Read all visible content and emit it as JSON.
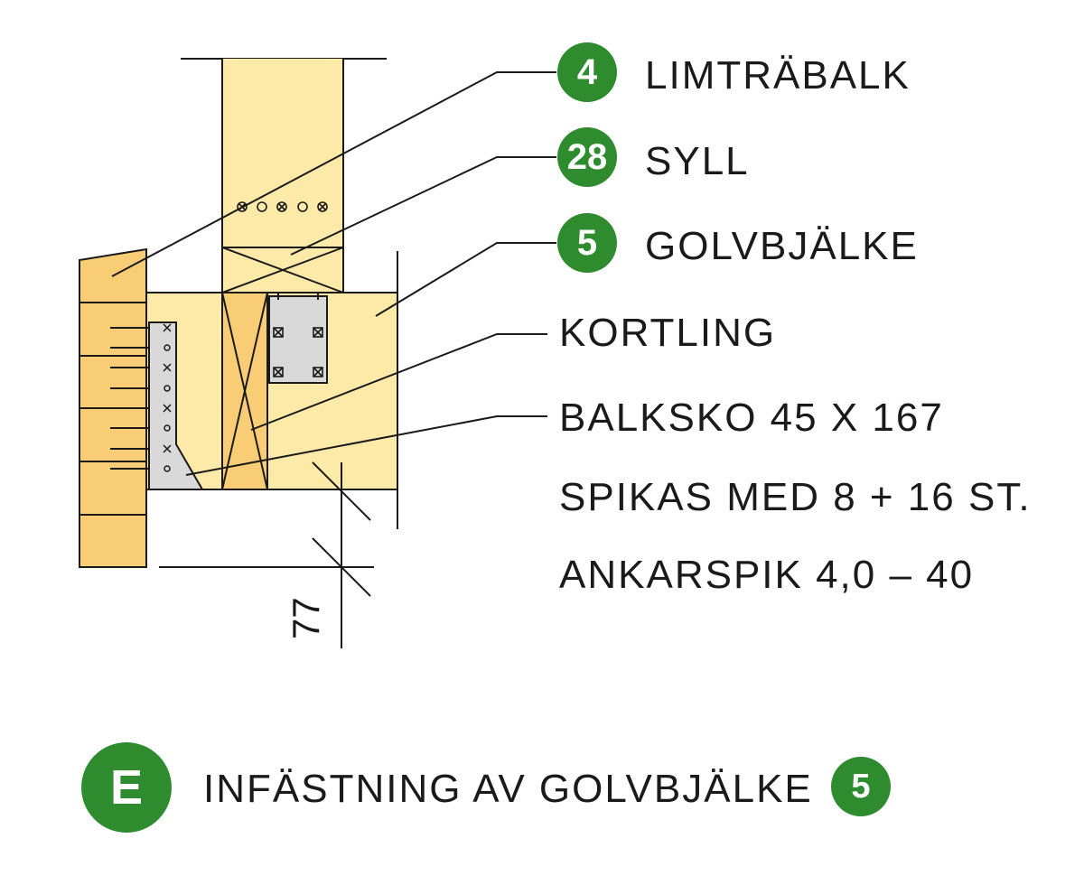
{
  "callouts": [
    {
      "number": "4",
      "label": "LIMTRÄBALK"
    },
    {
      "number": "28",
      "label": "SYLL"
    },
    {
      "number": "5",
      "label": "GOLVBJÄLKE"
    }
  ],
  "plain_labels": {
    "kortling": "KORTLING",
    "balksko": "BALKSKO 45 X 167",
    "spikas": "SPIKAS MED 8 + 16 ST.",
    "ankarspik": "ANKARSPIK 4,0 – 40"
  },
  "dimension": "77",
  "caption": {
    "letter": "E",
    "text": "INFÄSTNING AV GOLVBJÄLKE",
    "ref_number": "5"
  },
  "colors": {
    "badge_green": "#2e8b2e",
    "wood_light": "#fde9a8",
    "wood_dark": "#f9cd75",
    "metal": "#d9d9d9",
    "line": "#1a1a1a"
  }
}
